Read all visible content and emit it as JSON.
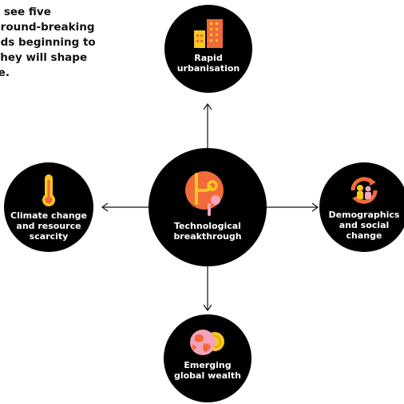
{
  "intro": {
    "lines": [
      "e see five",
      "ground-breaking",
      "nds beginning to",
      "They will shape",
      "re."
    ]
  },
  "center": {
    "label": "Technological\nbreakthrough"
  },
  "nodes": {
    "top": {
      "label": "Rapid\nurbanisation"
    },
    "left": {
      "label": "Climate change\nand resource\nscarcity"
    },
    "right": {
      "label": "Demographics\nand social\nchange"
    },
    "bottom": {
      "label": "Emerging\nglobal wealth"
    }
  },
  "icons": {
    "top": "buildings-icon",
    "left": "thermometer-icon",
    "right": "people-cycle-icon",
    "bottom": "globe-coin-icon",
    "center": "circuit-icon"
  },
  "colors": {
    "background": "#ffffff",
    "circle": "#000000",
    "text": "#ffffff",
    "accent_orange": "#f06a3a",
    "accent_yellow": "#f6c81e",
    "accent_pink": "#f4a3b8"
  }
}
